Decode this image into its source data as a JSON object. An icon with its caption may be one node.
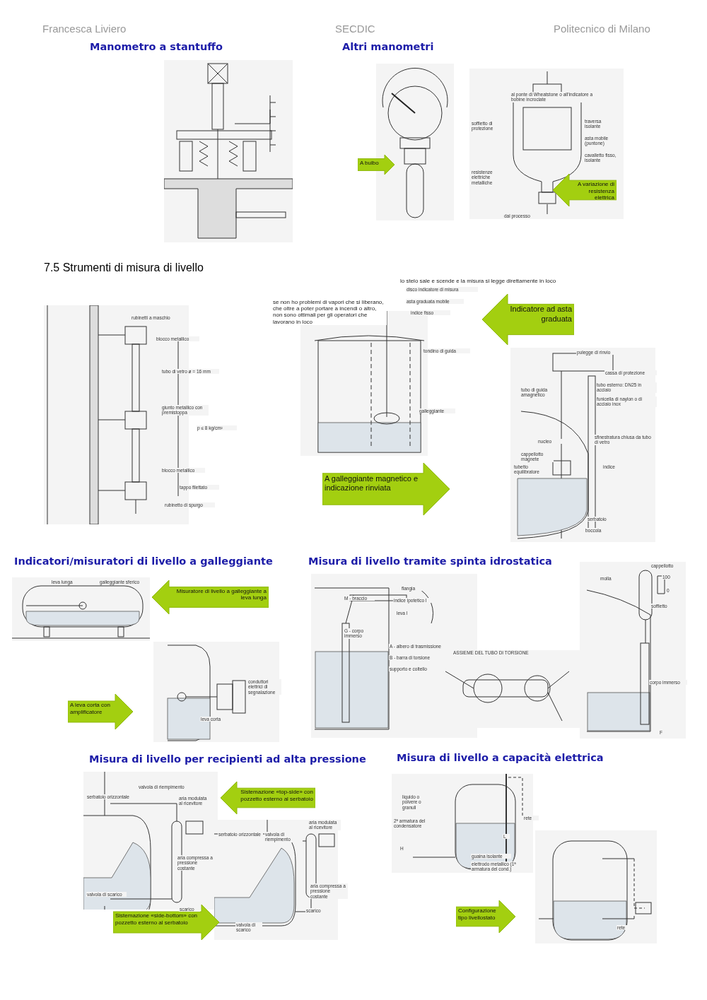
{
  "diagram": {
    "nodes": [
      {
        "text": [
          "A bulbo"
        ]
      },
      {
        "text": [
          "A variazione di resistenza elettrica"
        ]
      },
      {
        "text": [
          "Indicatore ad asta graduata"
        ]
      },
      {
        "text": [
          "A galleggiante magnetico e indicazione rinviata"
        ]
      },
      {
        "text": [
          "Misuratore di livello a galleggiante a leva lunga"
        ]
      },
      {
        "text": [
          "A leva corta con amplificatore"
        ]
      },
      {
        "text": [
          "Sistemazione «top-side» con pozzetto esterno al serbatoio"
        ]
      },
      {
        "text": [
          "Sistemazione «side-bottom» con pozzetto esterno al serbatoio"
        ]
      },
      {
        "text": [
          "Configurazione tipo livellostato"
        ]
      }
    ],
    "labels": [
      "Francesca Liviero",
      "SECDIC",
      "Politecnico di Milano",
      "Manometro a stantuffo",
      "Altri manometri",
      "al ponte di Wheatstone o all'indicatore a bobine incrociate",
      "soffietto di protezione",
      "traversa isolante",
      "asta mobile (puntone)",
      "cavalletto fisso, isolante",
      "resistenze elettriche metalliche",
      "dal processo",
      "7.5 Strumenti di misura di livello",
      "lo stelo sale e scende e la misura si legge direttamente in loco",
      "disco indicatore di misura",
      "se non ho problemi di vapori che si liberano, che oltre a poter portare a incendi o altro, non sono ottimali per gli operatori che lavorano in loco",
      "asta graduata mobile",
      "indice fisso",
      "rubinetti a maschio",
      "blocco metallico",
      "tondino di guida",
      "tubo di vetro ø = 16 mm",
      "pulegge di rinvio",
      "cassa di protezione",
      "tubo esterno: DN25 in acciaio",
      "funicella di naylon o di acciaio inox",
      "tubo di guida amagnetico",
      "giunto metallico con premistoppa",
      "galleggiante",
      "p ≤ 8 kg/cm²",
      "sfinestratura chiusa da tubo di vetro",
      "nucleo",
      "cappellotto magnete",
      "tubetto equilibratore",
      "blocco metallico",
      "tappo filettato",
      "indice",
      "rubinetto di spurgo",
      "serbatoio",
      "boccola",
      "Indicatori/misuratori di livello a galleggiante",
      "Misura di livello tramite spinta idrostatica",
      "cappellotto",
      "leva lunga",
      "galleggiante sferico",
      "molla",
      "100",
      "flangia",
      "M - braccio",
      "indice ipotetico I",
      "0",
      "soffietto",
      "leva l",
      "G - corpo immerso",
      "ASSIEME DEL TUBO DI TORSIONE",
      "A - albero di trasmissione",
      "B - barra di torsione",
      "supporto e coltello",
      "corpo immerso",
      "conduttori elettrici di segnalazione",
      "leva corta",
      "F",
      "Misura di livello per recipienti ad alta pressione",
      "Misura di livello a capacità elettrica",
      "valvola di riempimento",
      "serbatoio orizzontale",
      "aria modulata al ricevitore",
      "liquido o polvere o granuli",
      "aria modulata al ricevitore",
      "2ª armatura del condensatore",
      "serbatoio orizzontale",
      "valvola di riempimento",
      "rete",
      "L",
      "H",
      "aria compressa a pressione costante",
      "guaina isolante",
      "elettrodo metallico (1ª armatura del cond.)",
      "aria compressa a pressione costante",
      "valvola di scarico",
      "scarico",
      "scarico",
      "valvola di scarico",
      "rete"
    ]
  }
}
